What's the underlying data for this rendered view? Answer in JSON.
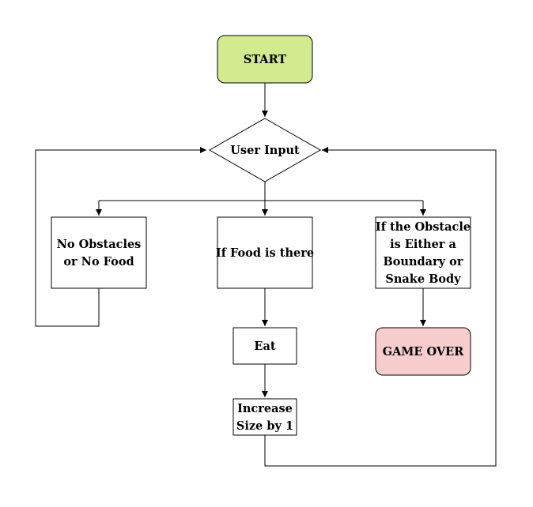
{
  "colors": {
    "start_fill": "#d4ea8f",
    "start_stroke": "#6a8f2a",
    "game_over_fill": "#f8cdcd",
    "game_over_stroke": "#a85555",
    "box_fill": "#ffffff",
    "line": "#000000"
  },
  "nodes": {
    "start": {
      "lines": [
        "START"
      ]
    },
    "user_input": {
      "lines": [
        "User Input"
      ]
    },
    "no_obstacles": {
      "lines": [
        "No Obstacles",
        "or No Food"
      ]
    },
    "food": {
      "lines": [
        "If Food is there"
      ]
    },
    "obstacle": {
      "lines": [
        "If the Obstacle",
        "is Either a",
        "Boundary or",
        "Snake Body"
      ]
    },
    "eat": {
      "lines": [
        "Eat"
      ]
    },
    "increase_size": {
      "lines": [
        "Increase",
        "Size by 1"
      ]
    },
    "game_over": {
      "lines": [
        "GAME OVER"
      ]
    }
  },
  "edges": [
    {
      "from": "start",
      "to": "user_input"
    },
    {
      "from": "user_input",
      "to": "no_obstacles"
    },
    {
      "from": "user_input",
      "to": "food"
    },
    {
      "from": "user_input",
      "to": "obstacle"
    },
    {
      "from": "no_obstacles",
      "to": "user_input"
    },
    {
      "from": "food",
      "to": "eat"
    },
    {
      "from": "eat",
      "to": "increase_size"
    },
    {
      "from": "increase_size",
      "to": "user_input"
    },
    {
      "from": "obstacle",
      "to": "game_over"
    }
  ]
}
